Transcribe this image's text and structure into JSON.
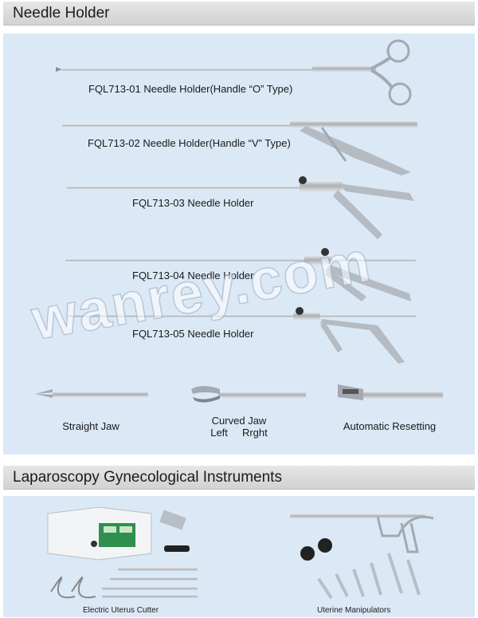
{
  "sections": {
    "needle_holder": {
      "title": "Needle Holder"
    },
    "gynecological": {
      "title": "Laparoscopy Gynecological Instruments"
    }
  },
  "products": [
    {
      "label": "FQL713-01 Needle Holder(Handle “O” Type)"
    },
    {
      "label": "FQL713-02 Needle Holder(Handle “V” Type)"
    },
    {
      "label": "FQL713-03 Needle Holder"
    },
    {
      "label": "FQL713-04 Needle Holder"
    },
    {
      "label": "FQL713-05 Needle Holder"
    }
  ],
  "jaws": [
    {
      "label": "Straight Jaw"
    },
    {
      "label": "Curved Jaw",
      "sub": "Left     Rrght"
    },
    {
      "label": "Automatic Resetting"
    }
  ],
  "gyn_items": [
    {
      "label": "Electric Uterus Cutter"
    },
    {
      "label": "Uterine Manipulators"
    }
  ],
  "watermark": "wanrey.com",
  "colors": {
    "header_bg": "#d9d9d9",
    "panel_bg": "#dbe9f6",
    "metal": "#b9bec4"
  }
}
